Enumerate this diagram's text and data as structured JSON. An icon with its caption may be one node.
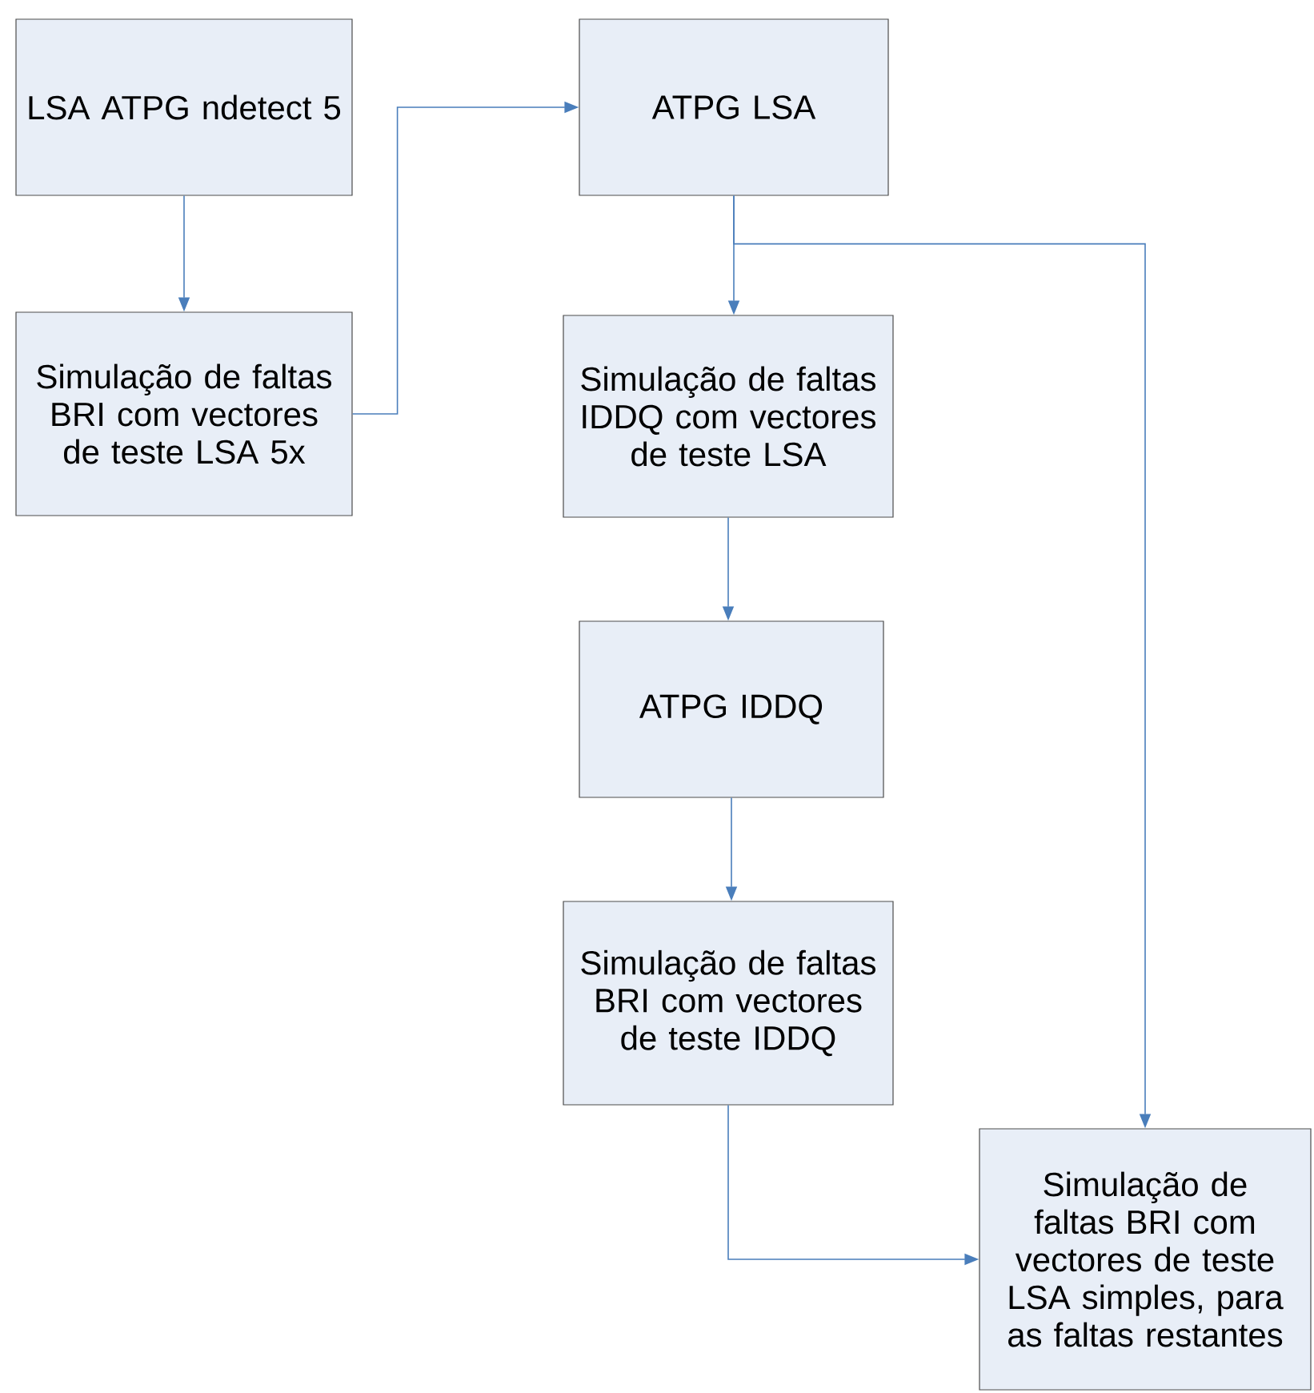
{
  "diagram": {
    "nodes": [
      {
        "text": [
          "LSA ATPG ndetect 5"
        ]
      },
      {
        "text": [
          "Simulação de faltas BRI com vectores de teste LSA 5x"
        ]
      },
      {
        "text": [
          "ATPG LSA"
        ]
      },
      {
        "text": [
          "Simulação de faltas IDDQ com vectores de teste LSA"
        ]
      },
      {
        "text": [
          "ATPG IDDQ"
        ]
      },
      {
        "text": [
          "Simulação de faltas BRI com vectores de teste IDDQ"
        ]
      },
      {
        "text": [
          "Simulação de faltas BRI com vectores de teste LSA simples, para as faltas restantes"
        ]
      }
    ],
    "edges": [
      {
        "from": 0,
        "to": 1,
        "arrow": "to"
      },
      {
        "from": 1,
        "to": 2,
        "arrow": "to"
      },
      {
        "from": 2,
        "to": 3,
        "arrow": "to"
      },
      {
        "from": 2,
        "to": 6,
        "arrow": "to"
      },
      {
        "from": 3,
        "to": 4,
        "arrow": "to"
      },
      {
        "from": 4,
        "to": 5,
        "arrow": "to"
      },
      {
        "from": 5,
        "to": 6,
        "arrow": "to"
      }
    ]
  }
}
